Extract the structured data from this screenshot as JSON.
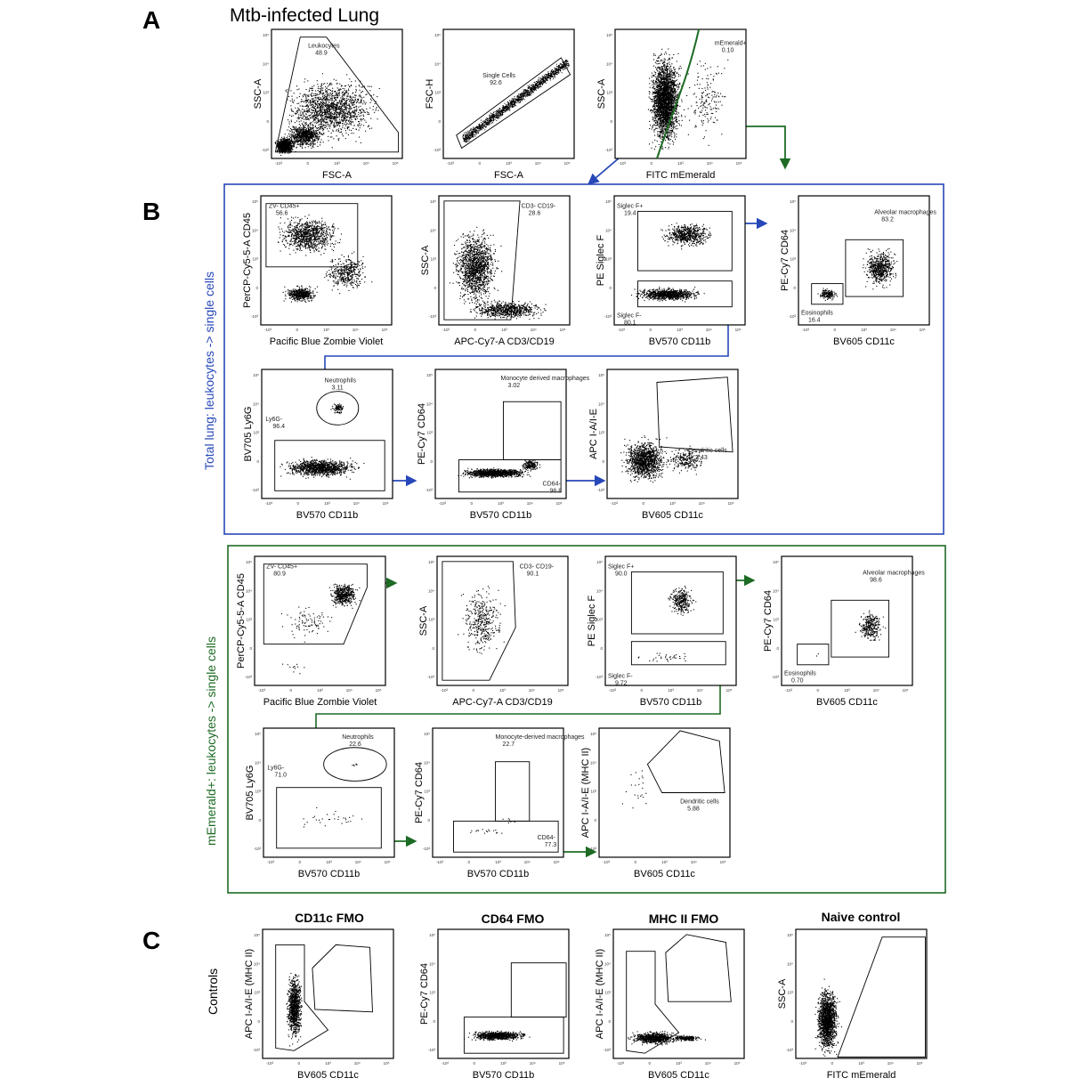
{
  "panel_labels": {
    "a": "A",
    "b": "B",
    "c": "C"
  },
  "title_a": "Mtb-infected Lung",
  "side_labels": {
    "total": "Total lung: leukocytes -> single cells",
    "memerald": "mEmerald+: leukocytes -> single cells",
    "controls": "Controls"
  },
  "control_titles": [
    "CD11c FMO",
    "CD64 FMO",
    "MHC II FMO",
    "Naive control"
  ],
  "colors": {
    "blue": "#2747b8",
    "green": "#1d6b24",
    "black": "#000000"
  },
  "plots": {
    "a1": {
      "x": "FSC-A",
      "y": "SSC-A",
      "gates": [
        {
          "name": "Leukocytes",
          "value": "48.9"
        }
      ]
    },
    "a2": {
      "x": "FSC-A",
      "y": "FSC-H",
      "gates": [
        {
          "name": "Single Cells",
          "value": "92.6"
        }
      ]
    },
    "a3": {
      "x": "FITC mEmerald",
      "y": "SSC-A",
      "gates": [
        {
          "name": "mEmerald+",
          "value": "0.10"
        }
      ]
    },
    "b1": {
      "x": "Pacific Blue Zombie Violet",
      "y": "PerCP-Cy5-5-A CD45",
      "gates": [
        {
          "name": "ZV- CD45+",
          "value": "56.6"
        }
      ]
    },
    "b2": {
      "x": "APC-Cy7-A CD3/CD19",
      "y": "SSC-A",
      "gates": [
        {
          "name": "CD3- CD19-",
          "value": "28.6"
        }
      ]
    },
    "b3": {
      "x": "BV570 CD11b",
      "y": "PE Siglec F",
      "gates": [
        {
          "name": "Siglec F+",
          "value": "19.4"
        },
        {
          "name": "Siglec F-",
          "value": "80.1"
        }
      ]
    },
    "b4": {
      "x": "BV605 CD11c",
      "y": "PE-Cy7 CD64",
      "gates": [
        {
          "name": "Alveolar macrophages",
          "value": "83.2"
        },
        {
          "name": "Eosinophils",
          "value": "16.4"
        }
      ]
    },
    "b5": {
      "x": "BV570 CD11b",
      "y": "BV705 Ly6G",
      "gates": [
        {
          "name": "Neutrophils",
          "value": "3.11"
        },
        {
          "name": "Ly6G-",
          "value": "96.4"
        }
      ]
    },
    "b6": {
      "x": "BV570 CD11b",
      "y": "PE-Cy7 CD64",
      "gates": [
        {
          "name": "Monocyte derived macrophages",
          "value": "3.02"
        },
        {
          "name": "CD64-",
          "value": "96.8"
        }
      ]
    },
    "b7": {
      "x": "BV605 CD11c",
      "y": "APC I-A/I-E",
      "gates": [
        {
          "name": "Dendritic cells",
          "value": "2.43"
        }
      ]
    },
    "g1": {
      "x": "Pacific Blue Zombie Violet",
      "y": "PerCP-Cy5-5-A CD45",
      "gates": [
        {
          "name": "ZV- CD45+",
          "value": "80.9"
        }
      ]
    },
    "g2": {
      "x": "APC-Cy7-A CD3/CD19",
      "y": "SSC-A",
      "gates": [
        {
          "name": "CD3- CD19-",
          "value": "90.1"
        }
      ]
    },
    "g3": {
      "x": "BV570 CD11b",
      "y": "PE Siglec F",
      "gates": [
        {
          "name": "Siglec F+",
          "value": "90.0"
        },
        {
          "name": "Siglec F-",
          "value": "9.72"
        }
      ]
    },
    "g4": {
      "x": "BV605 CD11c",
      "y": "PE-Cy7 CD64",
      "gates": [
        {
          "name": "Alveolar macrophages",
          "value": "98.6"
        },
        {
          "name": "Eosinophils",
          "value": "0.70"
        }
      ]
    },
    "g5": {
      "x": "BV570 CD11b",
      "y": "BV705 Ly6G",
      "gates": [
        {
          "name": "Neutrophils",
          "value": "22.6"
        },
        {
          "name": "Ly6G-",
          "value": "71.0"
        }
      ]
    },
    "g6": {
      "x": "BV570 CD11b",
      "y": "PE-Cy7 CD64",
      "gates": [
        {
          "name": "Monocyte-derived macrophages",
          "value": "22.7"
        },
        {
          "name": "CD64-",
          "value": "77.3"
        }
      ]
    },
    "g7": {
      "x": "BV605 CD11c",
      "y": "APC I-A/I-E (MHC II)",
      "gates": [
        {
          "name": "Dendritic cells",
          "value": "5.88"
        }
      ]
    },
    "c1": {
      "x": "BV605 CD11c",
      "y": "APC I-A/I-E (MHC II)"
    },
    "c2": {
      "x": "BV570 CD11b",
      "y": "PE-Cy7 CD64"
    },
    "c3": {
      "x": "BV605 CD11c",
      "y": "APC I-A/I-E (MHC II)"
    },
    "c4": {
      "x": "FITC mEmerald",
      "y": "SSC-A"
    }
  }
}
